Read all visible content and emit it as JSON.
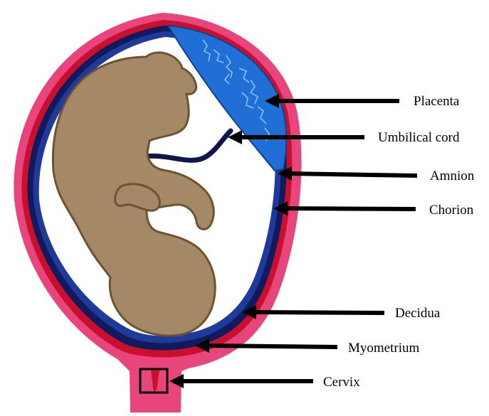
{
  "labels": {
    "placenta": "Placenta",
    "umbilical_cord": "Umbilical cord",
    "amnion": "Amnion",
    "chorion": "Chorion",
    "decidua": "Decidua",
    "myometrium": "Myometrium",
    "cervix": "Cervix"
  },
  "colors": {
    "myometrium": "#e8457d",
    "decidua": "#c8102e",
    "chorion": "#101a5c",
    "amnion": "#1e3a9a",
    "placenta": "#1f6fd6",
    "placenta_vessels": "#8ec8ff",
    "fetus": "#a58866",
    "fetus_outline": "#6d5233",
    "umbilical_cord": "#0e1650",
    "arrow": "#000000"
  }
}
